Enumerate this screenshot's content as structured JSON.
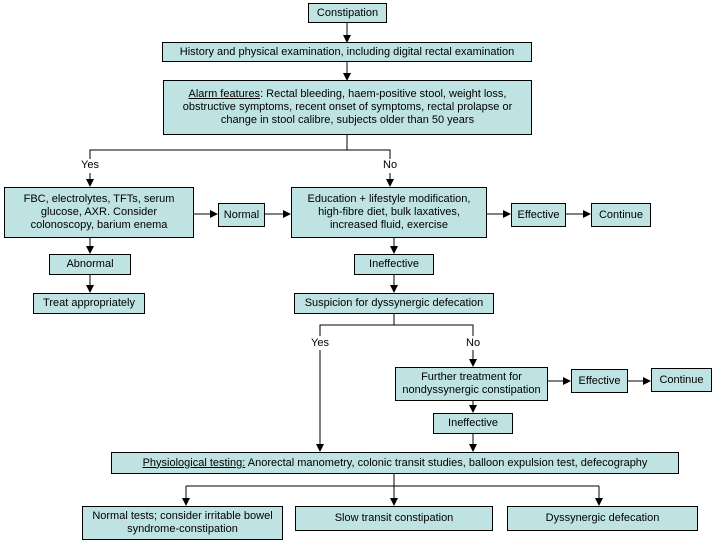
{
  "nodes": {
    "constipation": "Constipation",
    "history": "History and physical examination, including digital rectal examination",
    "alarm_title": "Alarm features",
    "alarm_text": ": Rectal bleeding, haem-positive stool, weight loss, obstructive symptoms, recent onset of symptoms, rectal prolapse or change in stool calibre, subjects older than 50 years",
    "fbc": "FBC, electrolytes, TFTs, serum glucose, AXR. Consider colonoscopy, barium enema",
    "normal": "Normal",
    "education": "Education + lifestyle modification, high-fibre diet, bulk laxatives, increased fluid, exercise",
    "effective1": "Effective",
    "continue1": "Continue",
    "abnormal": "Abnormal",
    "treat": "Treat appropriately",
    "ineffective1": "Ineffective",
    "suspicion": "Suspicion for dyssynergic defecation",
    "further": "Further treatment for nondyssynergic constipation",
    "effective2": "Effective",
    "continue2": "Continue",
    "ineffective2": "Ineffective",
    "physio_title": "Physiological testing:",
    "physio_text": " Anorectal manometry, colonic transit studies, balloon expulsion test, defecography",
    "normal_tests": "Normal tests; consider irritable bowel syndrome-constipation",
    "slow_transit": "Slow transit constipation",
    "dyssynergic": "Dyssynergic defecation"
  },
  "labels": {
    "yes1": "Yes",
    "no1": "No",
    "yes2": "Yes",
    "no2": "No"
  }
}
